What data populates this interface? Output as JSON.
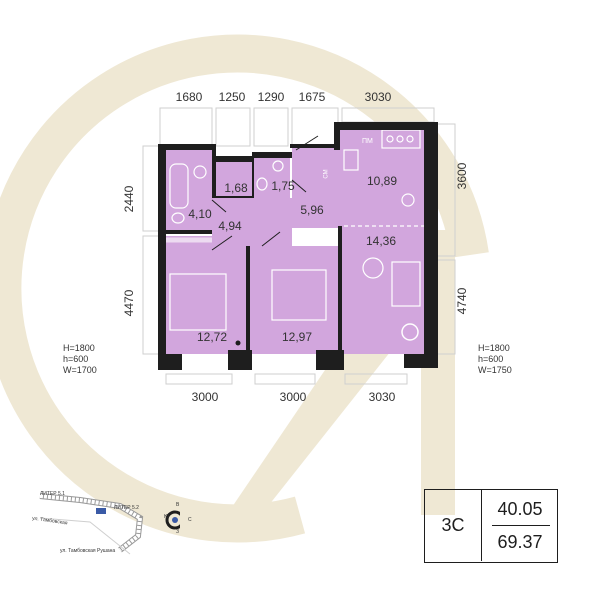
{
  "colors": {
    "room_fill": "#d2a6dd",
    "wall": "#1e1e1e",
    "logo_watermark": "#efe8d4",
    "dimension_text": "#333333"
  },
  "dimensions": {
    "top": [
      "1680",
      "1250",
      "1290",
      "1675",
      "3030"
    ],
    "bottom": [
      "3000",
      "3000",
      "3030"
    ],
    "left": [
      "2440",
      "4470"
    ],
    "right": [
      "3600",
      "4740"
    ]
  },
  "rooms": {
    "bathroom": "4,10",
    "wc": "1,68",
    "closet": "1,75",
    "hallway": "5,96",
    "kitchen": "10,89",
    "corridor": "4,94",
    "living": "14,36",
    "bedroom_left": "12,72",
    "bedroom_middle": "12,97"
  },
  "fixtures": {
    "dishwasher_label": "ПМ",
    "washer_label": "СМ"
  },
  "windows": {
    "left": [
      "H=1800",
      "h=600",
      "W=1700"
    ],
    "right": [
      "H=1800",
      "h=600",
      "W=1750"
    ]
  },
  "legend": {
    "code": "3С",
    "value_top": "40.05",
    "value_bottom": "69.37"
  },
  "minimap": {
    "building_a": "ЛИТЕР 5.1",
    "building_b": "ЛИТЕР 5.2",
    "street_a": "ул. Тамбовская",
    "street_b": "ул. Тамбовская Рушана",
    "compass": [
      "С",
      "Ю",
      "В",
      "З"
    ]
  }
}
